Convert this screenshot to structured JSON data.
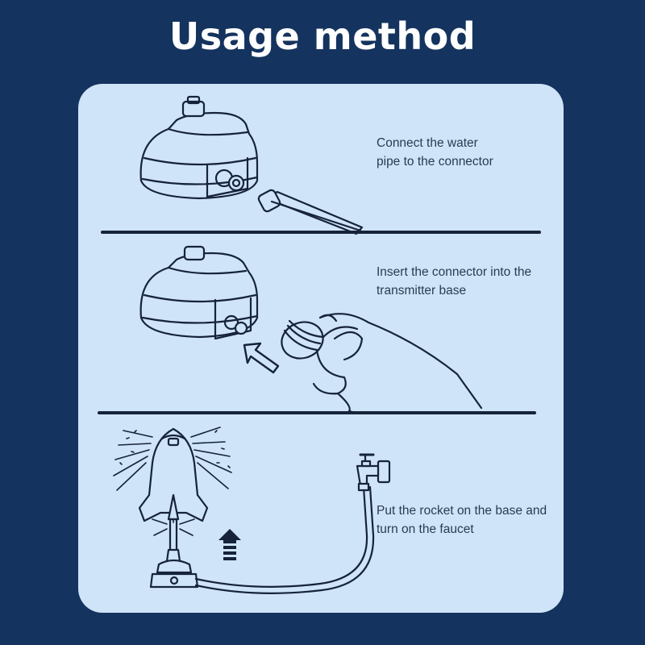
{
  "title": "Usage method",
  "steps": [
    {
      "line1": "Connect the water",
      "line2": "pipe to the connector"
    },
    {
      "line1": "Insert the connector into the",
      "line2": "transmitter base"
    },
    {
      "line1": "Put the rocket on the base and",
      "line2": "turn on the faucet"
    }
  ],
  "colors": {
    "background": "#14335e",
    "panel": "#cfe4f8",
    "ink": "#16233a",
    "text": "#2a3b52"
  },
  "icons": [
    "sprinkler-base-illustration",
    "water-pipe-illustration",
    "hand-holding-connector-illustration",
    "arrow-icon",
    "rocket-illustration",
    "faucet-illustration",
    "up-arrow-icon"
  ]
}
